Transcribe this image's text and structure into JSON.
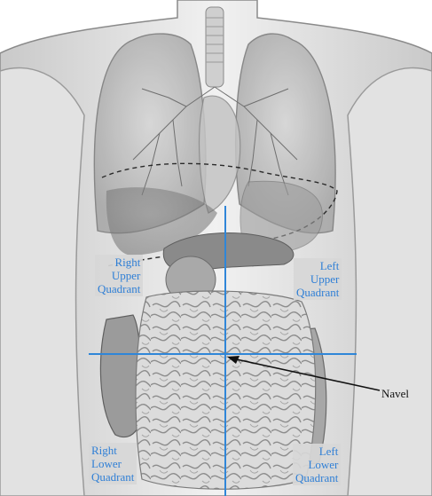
{
  "labels": {
    "right_upper": "Right\nUpper\nQuadrant",
    "left_upper": "Left\nUpper\nQuadrant",
    "right_lower": "Right\nLower\nQuadrant",
    "left_lower": "Left\nLower\nQuadrant",
    "navel": "Navel"
  },
  "colors": {
    "quadrant_line": "#2f86d8",
    "label_text": "#2f7fd6",
    "label_bg": "#d7d7d7",
    "arrow": "#111111"
  }
}
